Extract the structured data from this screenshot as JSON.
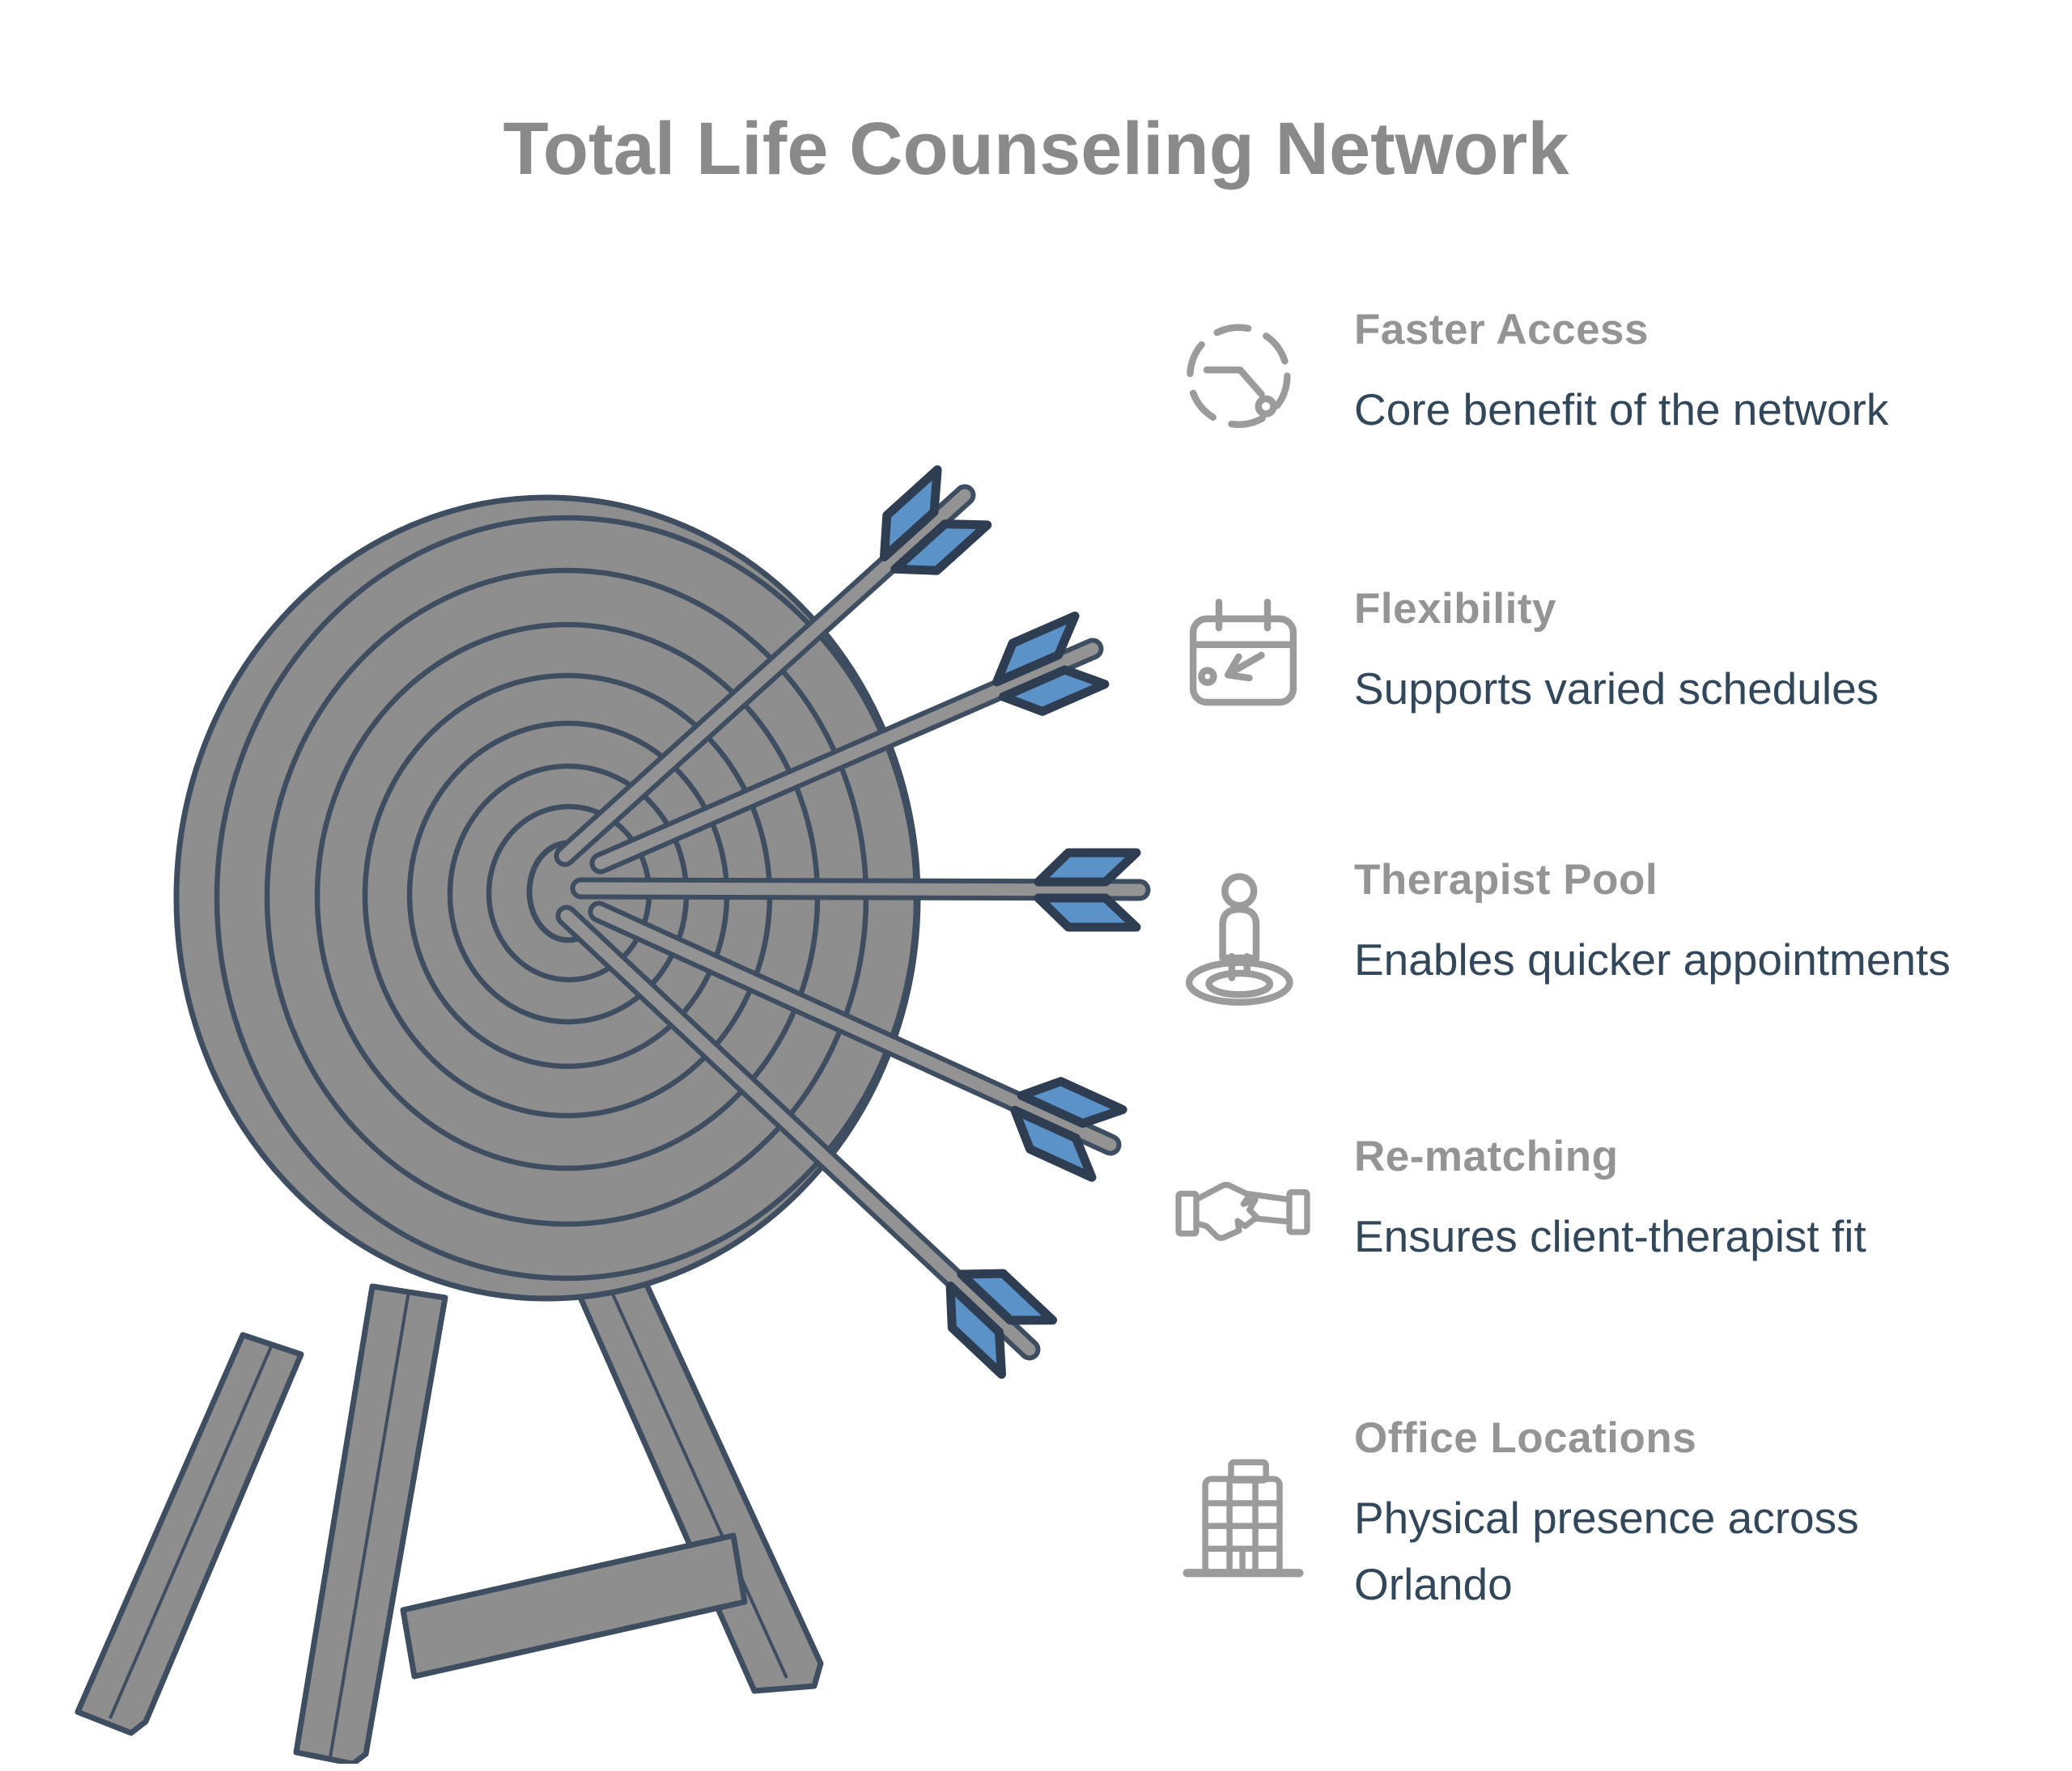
{
  "title": "Total Life Counseling Network",
  "colors": {
    "bg": "#ffffff",
    "title-gray": "#8a8a8a",
    "heading-gray": "#949494",
    "body-slate": "#33475a",
    "icon-gray": "#9b9b9b",
    "target-gray": "#8e8e8e",
    "outline-slate": "#3e4d60",
    "shaft-gray": "#939393",
    "arrow-blue": "#5b93c9",
    "fletch-dark": "#2e3d52"
  },
  "illustration": {
    "description": "Archery target on a wooden easel stand with five blue-fletched arrows in the bullseye",
    "arrow_count": 5
  },
  "items": [
    {
      "icon": "stopwatch-icon",
      "title": "Faster Access",
      "description": "Core benefit of the network"
    },
    {
      "icon": "calendar-icon",
      "title": "Flexibility",
      "description": "Supports varied schedules"
    },
    {
      "icon": "person-pool-icon",
      "title": "Therapist Pool",
      "description": "Enables quicker appointments"
    },
    {
      "icon": "handshake-icon",
      "title": "Re-matching",
      "description": "Ensures client-therapist fit"
    },
    {
      "icon": "building-icon",
      "title": "Office Locations",
      "description": "Physical presence across Orlando"
    }
  ]
}
